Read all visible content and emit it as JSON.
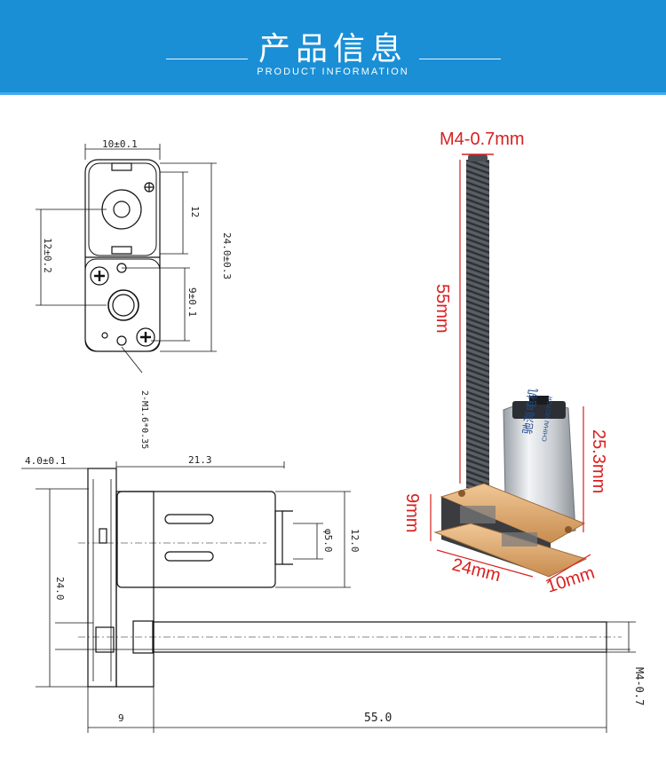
{
  "header": {
    "title": "产品信息",
    "subtitle": "PRODUCT INFORMATION"
  },
  "drawing": {
    "top_view": {
      "width_dim": "10±0.1",
      "height_dim": "24.0±0.3",
      "shaft_dim": "12",
      "hole_dim": "9±0.1",
      "left_dim": "12±0.2",
      "screw_note": "2-M1.6*0.35"
    },
    "side_view": {
      "plate_dim": "4.0±0.1",
      "motor_len": "21.3",
      "shaft_dia": "φ5.0",
      "motor_dia": "12.0",
      "height_dim": "24.0",
      "gear_len": "9",
      "screw_len": "55.0",
      "thread": "M4-0.7"
    }
  },
  "photo": {
    "thread_label": "M4-0.7mm",
    "screw_label": "55mm",
    "motor_height_label": "25.3mm",
    "base_height_label": "9mm",
    "length_label": "24mm",
    "width_label": "10mm",
    "brand_cn": "驰海电机",
    "brand_en": "CHIHAI MOTOR"
  },
  "colors": {
    "banner": "#1a8fd6",
    "label_red": "#d92020",
    "brass": "#d9a066"
  }
}
